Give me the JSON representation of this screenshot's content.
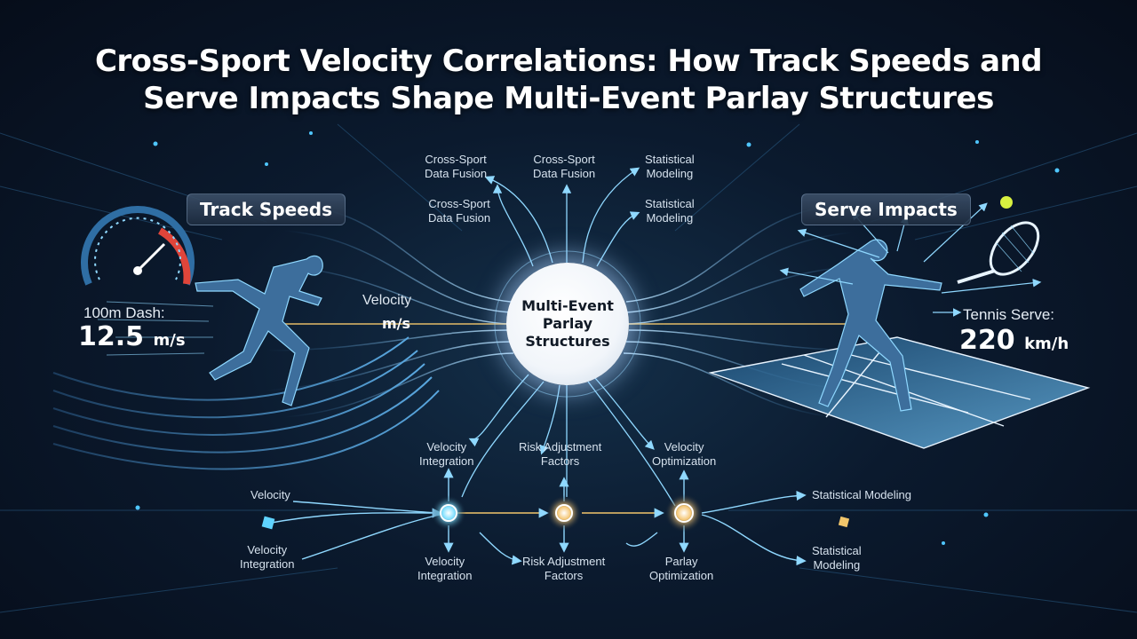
{
  "title_line1": "Cross-Sport Velocity Correlations: How Track Speeds and",
  "title_line2": "Serve Impacts Shape Multi-Event Parlay Structures",
  "left_panel": {
    "pill": "Track Speeds",
    "caption": "100m Dash:",
    "value": "12.5",
    "unit": "m/s"
  },
  "right_panel": {
    "pill": "Serve Impacts",
    "caption": "Tennis Serve:",
    "value": "220",
    "unit": "km/h"
  },
  "velocity_label": "Velocity",
  "velocity_unit": "m/s",
  "hub": {
    "line1": "Multi-Event",
    "line2": "Parlay",
    "line3": "Structures"
  },
  "top_labels": {
    "a1": "Cross-Sport",
    "a2": "Data Fusion",
    "b1": "Cross-Sport",
    "b2": "Data Fusion",
    "c1": "Cross-Sport",
    "c2": "Data Fusion",
    "d1": "Statistical",
    "d2": "Modeling",
    "e1": "Statistical",
    "e2": "Modeling"
  },
  "mid_labels": {
    "vi1": "Velocity",
    "vi2": "Integration",
    "ra1": "Risk Adjustment",
    "ra2": "Factors",
    "vo1": "Velocity",
    "vo2": "Optimization"
  },
  "bottom_labels": {
    "velocity": "Velocity",
    "vint1": "Velocity",
    "vint2": "Integration",
    "bvi1": "Velocity",
    "bvi2": "Integration",
    "bra1": "Risk Adjustment",
    "bra2": "Factors",
    "po1": "Parlay",
    "po2": "Optimization",
    "sm": "Statistical Modeling",
    "sm2a": "Statistical",
    "sm2b": "Modeling"
  },
  "colors": {
    "accent_blue": "#5fd3ff",
    "accent_gold": "#f2c66b",
    "tennis_ball": "#d8f040",
    "gauge_red": "#e0453a"
  }
}
